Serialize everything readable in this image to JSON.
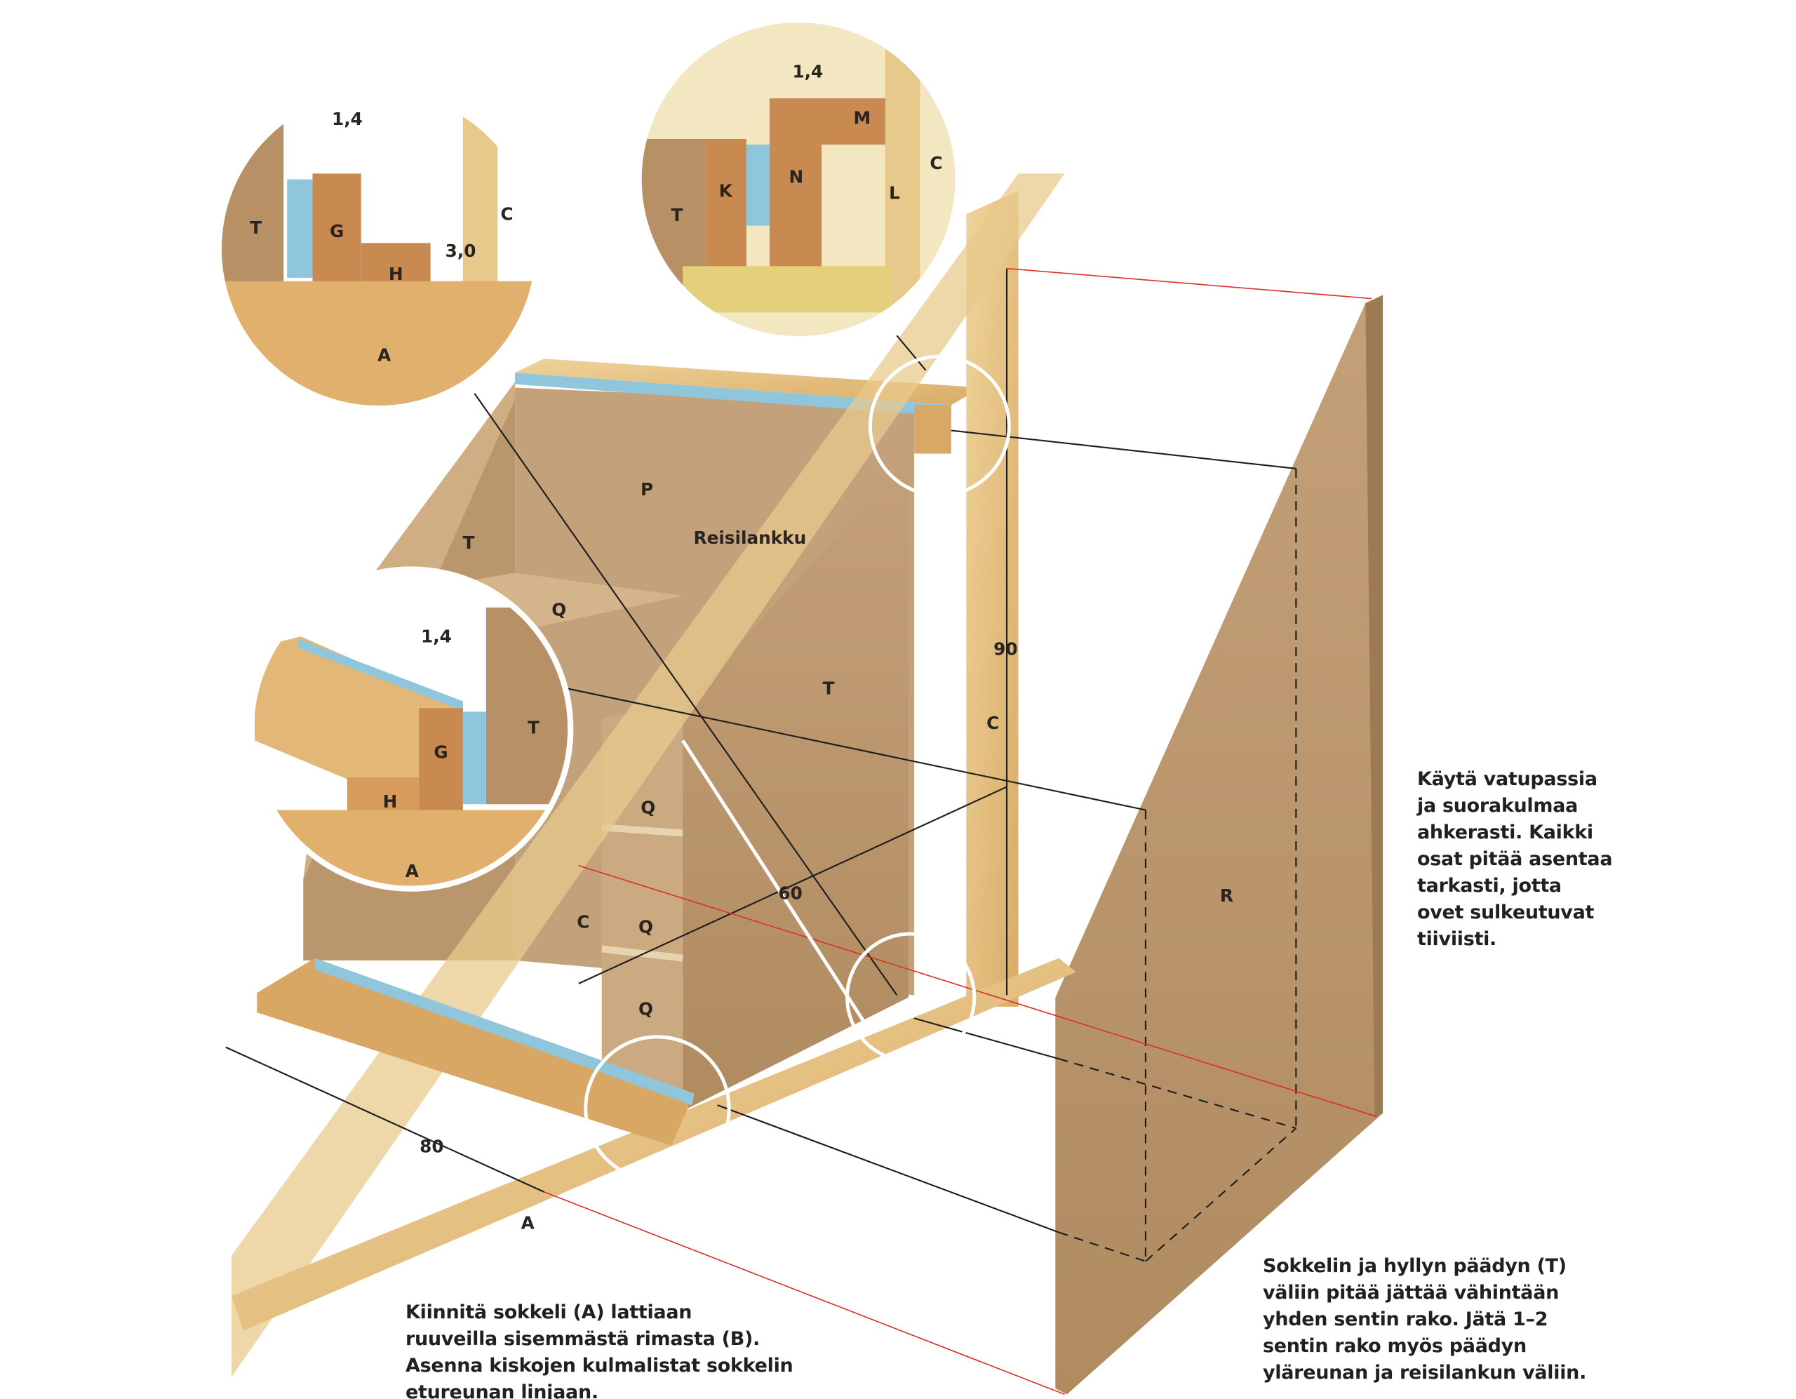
{
  "labels": {
    "reisilankku": "Reisilankku",
    "P": "P",
    "T_left": "T",
    "T_main": "T",
    "Q1": "Q",
    "Q2": "Q",
    "Q3": "Q",
    "Q4": "Q",
    "C_post": "C",
    "C_front": "C",
    "R": "R",
    "A": "A",
    "dim_90": "90",
    "dim_60": "60",
    "dim_80": "80"
  },
  "detail_top_left": {
    "T": "T",
    "G": "G",
    "H": "H",
    "C": "C",
    "A": "A",
    "gap": "1,4",
    "gap2": "3,0"
  },
  "detail_top_right": {
    "T": "T",
    "K": "K",
    "N": "N",
    "M": "M",
    "L": "L",
    "C": "C",
    "gap": "1,4"
  },
  "detail_mid_left": {
    "T": "T",
    "G": "G",
    "H": "H",
    "A": "A",
    "gap": "1,4"
  },
  "notes": {
    "right": [
      "Käytä vatupassia",
      "ja suorakulmaa",
      "ahkerasti. Kaikki",
      "osat pitää asentaa",
      "tarkasti, jotta",
      "ovet sulkeutuvat",
      "tiiviisti."
    ],
    "bottom_right": [
      "Sokkelin ja hyllyn päädyn (T)",
      "väliin pitää jättää vähintään",
      "yhden sentin rako. Jätä 1–2",
      "sentin rako myös päädyn",
      "yläreunan ja reisilankun väliin."
    ],
    "bottom_left": [
      "Kiinnitä sokkeli (A) lattiaan",
      "ruuveilla sisemmästä rimasta (B).",
      "Asenna kiskojen kulmalistat sokkelin",
      "etureunan linjaan."
    ]
  },
  "colors": {
    "wood": "#e2bd7c",
    "mdf": "#b8946a",
    "rail": "#8fc6dc",
    "redline": "#d9322b"
  }
}
